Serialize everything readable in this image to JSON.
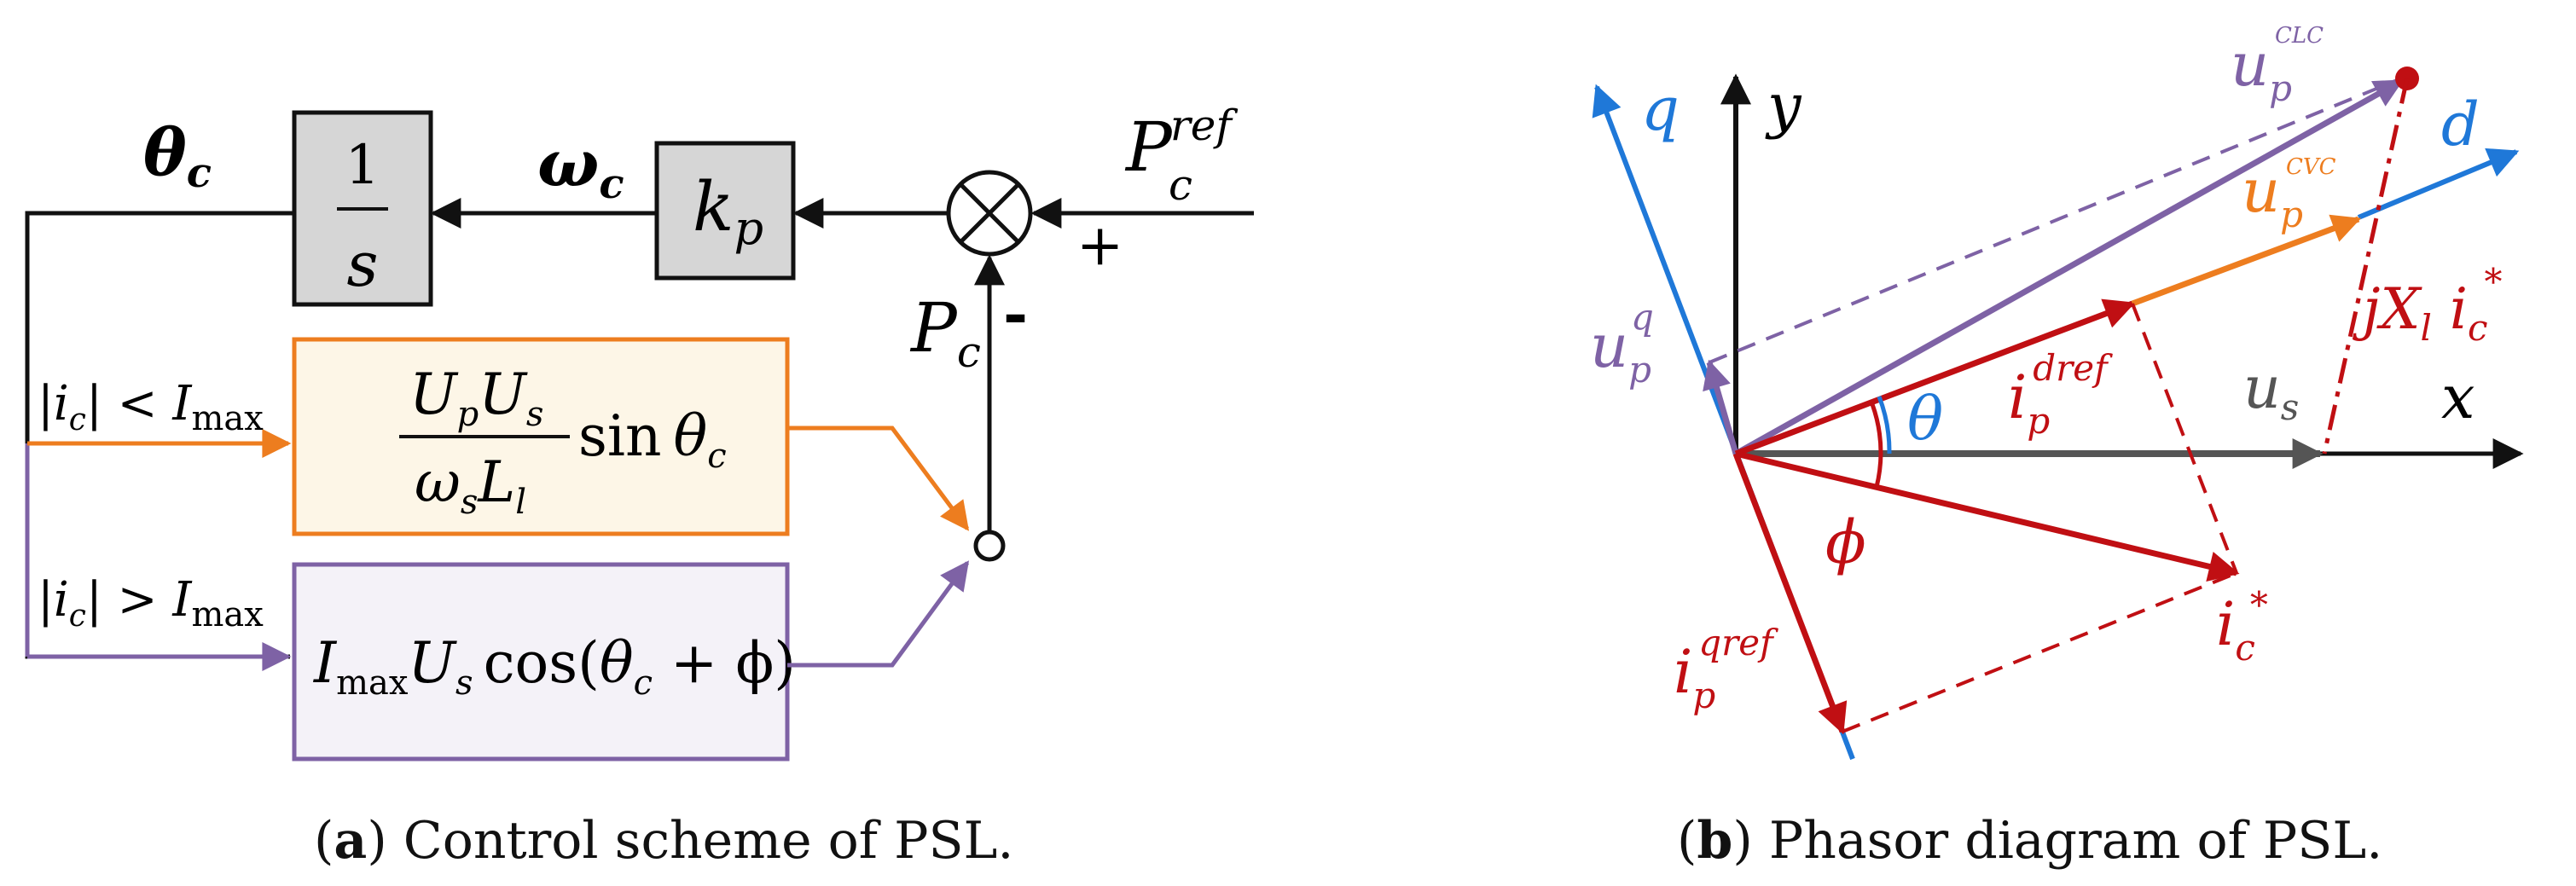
{
  "panel_a": {
    "caption": {
      "letter": "a",
      "text": "Control scheme of PSL."
    },
    "theta_c": "θ",
    "theta_c_sub": "c",
    "integrator_num": "1",
    "integrator_den": "s",
    "omega_c": "ω",
    "omega_c_sub": "c",
    "kp": "k",
    "kp_sub": "p",
    "Pref_base": "P",
    "Pref_sup": "ref",
    "Pref_sub": "c",
    "plus_sign": "+",
    "Pc_base": "P",
    "Pc_sub": "c",
    "minus_sign": "-",
    "cond_lt": {
      "ic": "|i",
      "ic_sub": "c",
      "bar": "|",
      "op": " < ",
      "I": "I",
      "I_sub": "max"
    },
    "cond_gt": {
      "ic": "|i",
      "ic_sub": "c",
      "bar": "|",
      "op": " > ",
      "I": "I",
      "I_sub": "max"
    },
    "orange_block": {
      "num_U1": "U",
      "num_U1_sub": "p",
      "num_U2": "U",
      "num_U2_sub": "s",
      "den_w": "ω",
      "den_w_sub": "s",
      "den_L": "L",
      "den_L_sub": "l",
      "sin": "sin",
      "theta": "θ",
      "theta_sub": "c"
    },
    "purple_block": {
      "I": "I",
      "I_sub": "max",
      "U": "U",
      "U_sub": "s",
      "cos": "cos(",
      "theta": "θ",
      "theta_sub": "c",
      "plus_phi": " + ϕ)"
    }
  },
  "panel_b": {
    "caption": {
      "letter": "b",
      "text": "Phasor diagram of PSL."
    },
    "axis_x": "x",
    "axis_y": "y",
    "axis_q": "q",
    "axis_d": "d",
    "theta": "θ",
    "phi": "ϕ",
    "u_clc": {
      "base": "u",
      "sub": "p",
      "sup": "CLC"
    },
    "u_cvc": {
      "base": "u",
      "sub": "p",
      "sup": "CVC"
    },
    "u_q": {
      "base": "u",
      "sub": "p",
      "sup": "q"
    },
    "u_s": {
      "base": "u",
      "sub": "s"
    },
    "i_dref": {
      "base": "i",
      "sub": "p",
      "sup": "dref"
    },
    "i_qref": {
      "base": "i",
      "sub": "p",
      "sup": "qref"
    },
    "i_c": {
      "base": "i",
      "sub": "c",
      "sup": "*"
    },
    "jX": {
      "j": "jX",
      "sub": "l",
      "i": " i",
      "isub": "c",
      "isup": "*"
    }
  },
  "colors": {
    "black": "#111111",
    "orange": "#ED7D1F",
    "orange_fill": "#FDF6E7",
    "purple": "#7E62A5",
    "purple_fill": "#F4F2F8",
    "gray_block": "#D6D6D6",
    "blue": "#1F78D8",
    "red": "#C00F13",
    "gray_axis": "#555555"
  }
}
